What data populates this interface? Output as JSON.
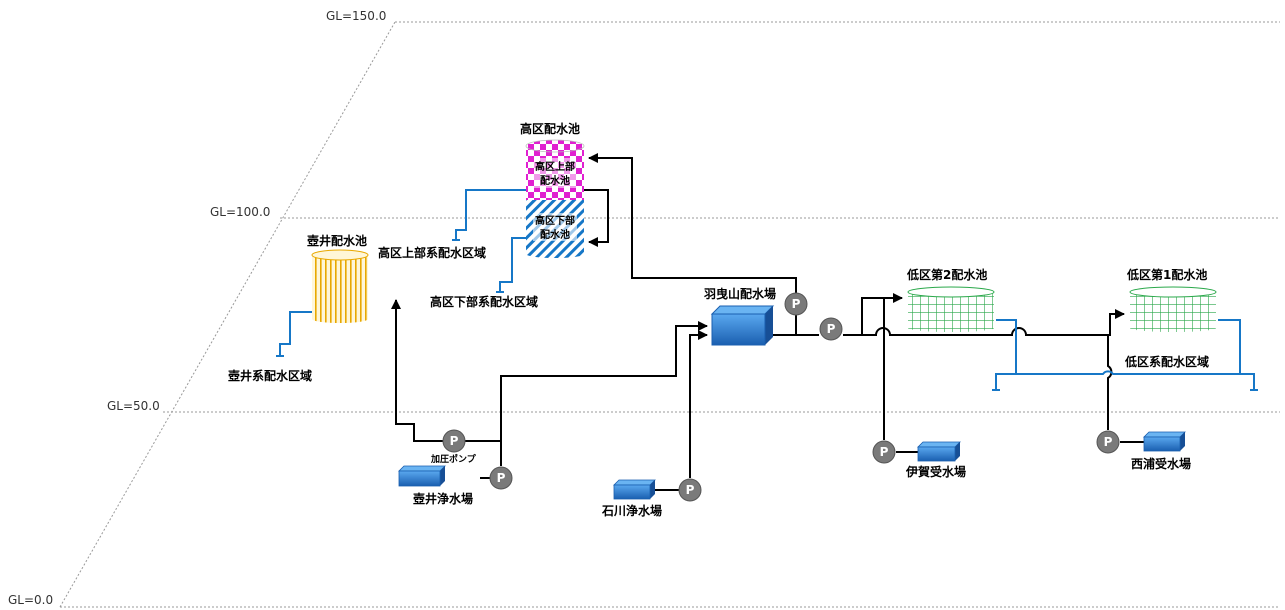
{
  "elevation_levels": {
    "gl_150": "GL=150.0",
    "gl_100": "GL=100.0",
    "gl_50": "GL=50.0",
    "gl_0": "GL=0.0"
  },
  "facilities": {
    "koku_tank": "高区配水池",
    "koku_upper_tank": "高区上部配水池",
    "koku_lower_tank": "高区下部配水池",
    "tsuboi_tank": "壺井配水池",
    "habikiyama_station": "羽曳山配水場",
    "teiku_2_tank": "低区第2配水池",
    "teiku_1_tank": "低区第1配水池",
    "tsuboi_plant": "壺井浄水場",
    "ishikawa_plant": "石川浄水場",
    "iga_station": "伊賀受水場",
    "nishiura_station": "西浦受水場",
    "booster_pump": "加圧ポンプ"
  },
  "areas": {
    "koku_upper_area": "高区上部系配水区域",
    "koku_lower_area": "高区下部系配水区域",
    "tsuboi_area": "壺井系配水区域",
    "teiku_area": "低区系配水区域"
  },
  "pump_label": "P",
  "colors": {
    "supply_pipe": "#000000",
    "distribution_pipe": "#1677c7",
    "pump": "#7a7a7a",
    "station": "#1f6fc8",
    "upper_tank": "#e020d0",
    "lower_tank": "#1677c7",
    "tsuboi_tank": "#e8a800",
    "teiku_tank": "#2aa84a"
  }
}
